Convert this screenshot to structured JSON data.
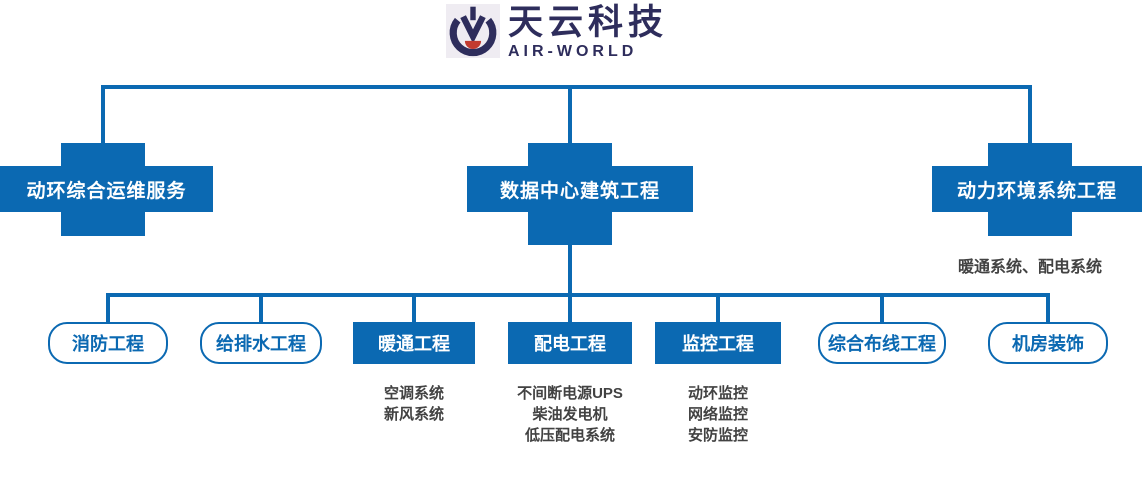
{
  "logo": {
    "company_name": "天云科技",
    "company_name_en": "AIR-WORLD",
    "icon": "air-world-emblem"
  },
  "colors": {
    "primary_blue": "#0b69b2",
    "logo_navy": "#2e2d5c",
    "logo_red": "#c23a30",
    "subtitle_gray": "#424242"
  },
  "chart_type": "org-chart",
  "level1": [
    {
      "label": "动环综合运维服务"
    },
    {
      "label": "数据中心建筑工程"
    },
    {
      "label": "动力环境系统工程",
      "subtitle": "暖通系统、配电系统"
    }
  ],
  "level2": [
    {
      "label": "消防工程",
      "style": "outlined",
      "children": []
    },
    {
      "label": "给排水工程",
      "style": "outlined",
      "children": []
    },
    {
      "label": "暖通工程",
      "style": "solid",
      "children": [
        "空调系统",
        "新风系统"
      ]
    },
    {
      "label": "配电工程",
      "style": "solid",
      "children": [
        "不间断电源UPS",
        "柴油发电机",
        "低压配电系统"
      ]
    },
    {
      "label": "监控工程",
      "style": "solid",
      "children": [
        "动环监控",
        "网络监控",
        "安防监控"
      ]
    },
    {
      "label": "综合布线工程",
      "style": "outlined",
      "children": []
    },
    {
      "label": "机房装饰",
      "style": "outlined",
      "children": []
    }
  ]
}
